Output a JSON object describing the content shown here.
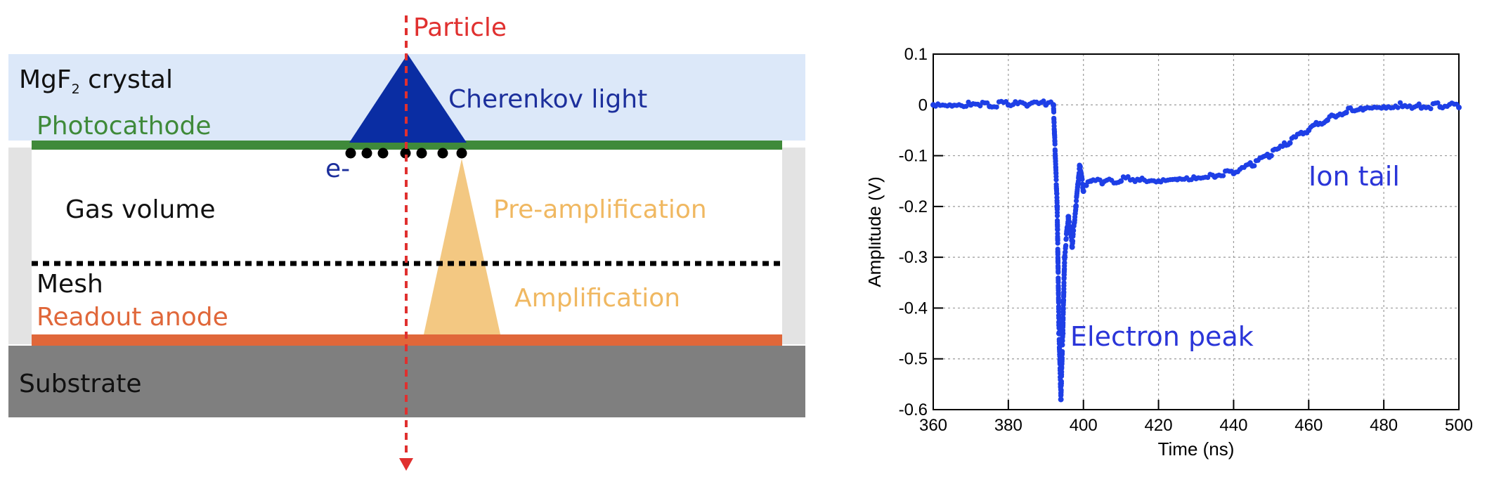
{
  "colors": {
    "crystal": "#dce8f9",
    "photocathode": "#3f8a3a",
    "cherenkov": "#0a2da3",
    "amplification": "#f3c882",
    "anode": "#e0673a",
    "substrate": "#7f7f7f",
    "particle": "#e0302f",
    "plot_points": "#1e3fe6",
    "annotation": "#2a35d8",
    "side_walls": "#e3e3e3"
  },
  "diagram": {
    "particle_label": "Particle",
    "crystal_label": "MgF",
    "crystal_sub": "2",
    "crystal_suffix": " crystal",
    "cherenkov_label": "Cherenkov light",
    "photocathode_label": "Photocathode",
    "electron_label": "e-",
    "gas_label": "Gas volume",
    "preamp_label": "Pre-amplification",
    "mesh_label": "Mesh",
    "amp_label": "Amplification",
    "anode_label": "Readout anode",
    "substrate_label": "Substrate"
  },
  "chart_data": {
    "type": "scatter",
    "xlabel": "Time (ns)",
    "ylabel": "Amplitude (V)",
    "xlim": [
      360,
      500
    ],
    "ylim": [
      -0.6,
      0.1
    ],
    "xticks": [
      360,
      380,
      400,
      420,
      440,
      460,
      480,
      500
    ],
    "yticks": [
      0.1,
      0,
      -0.1,
      -0.2,
      -0.3,
      -0.4,
      -0.5,
      -0.6
    ],
    "grid": true,
    "annotations": [
      {
        "text": "Ion tail",
        "x": 465,
        "y": -0.14
      },
      {
        "text": "Electron peak",
        "x": 397,
        "y": -0.45
      }
    ],
    "series": [
      {
        "x": [
          360,
          365,
          370,
          375,
          380,
          385,
          390,
          392,
          393,
          393.5,
          394,
          394.5,
          395,
          396,
          397,
          398,
          399,
          400,
          402,
          405,
          410,
          415,
          420,
          425,
          430,
          435,
          440,
          445,
          450,
          455,
          460,
          465,
          470,
          475,
          480,
          485,
          490,
          495,
          500
        ],
        "y": [
          0.0,
          -0.002,
          0.0,
          -0.003,
          0.0,
          -0.002,
          0.0,
          0.0,
          -0.2,
          -0.45,
          -0.58,
          -0.45,
          -0.3,
          -0.22,
          -0.28,
          -0.2,
          -0.12,
          -0.17,
          -0.15,
          -0.155,
          -0.15,
          -0.148,
          -0.15,
          -0.147,
          -0.145,
          -0.142,
          -0.135,
          -0.12,
          -0.1,
          -0.075,
          -0.05,
          -0.03,
          -0.015,
          -0.007,
          -0.004,
          -0.003,
          -0.006,
          -0.004,
          -0.005
        ]
      }
    ]
  }
}
